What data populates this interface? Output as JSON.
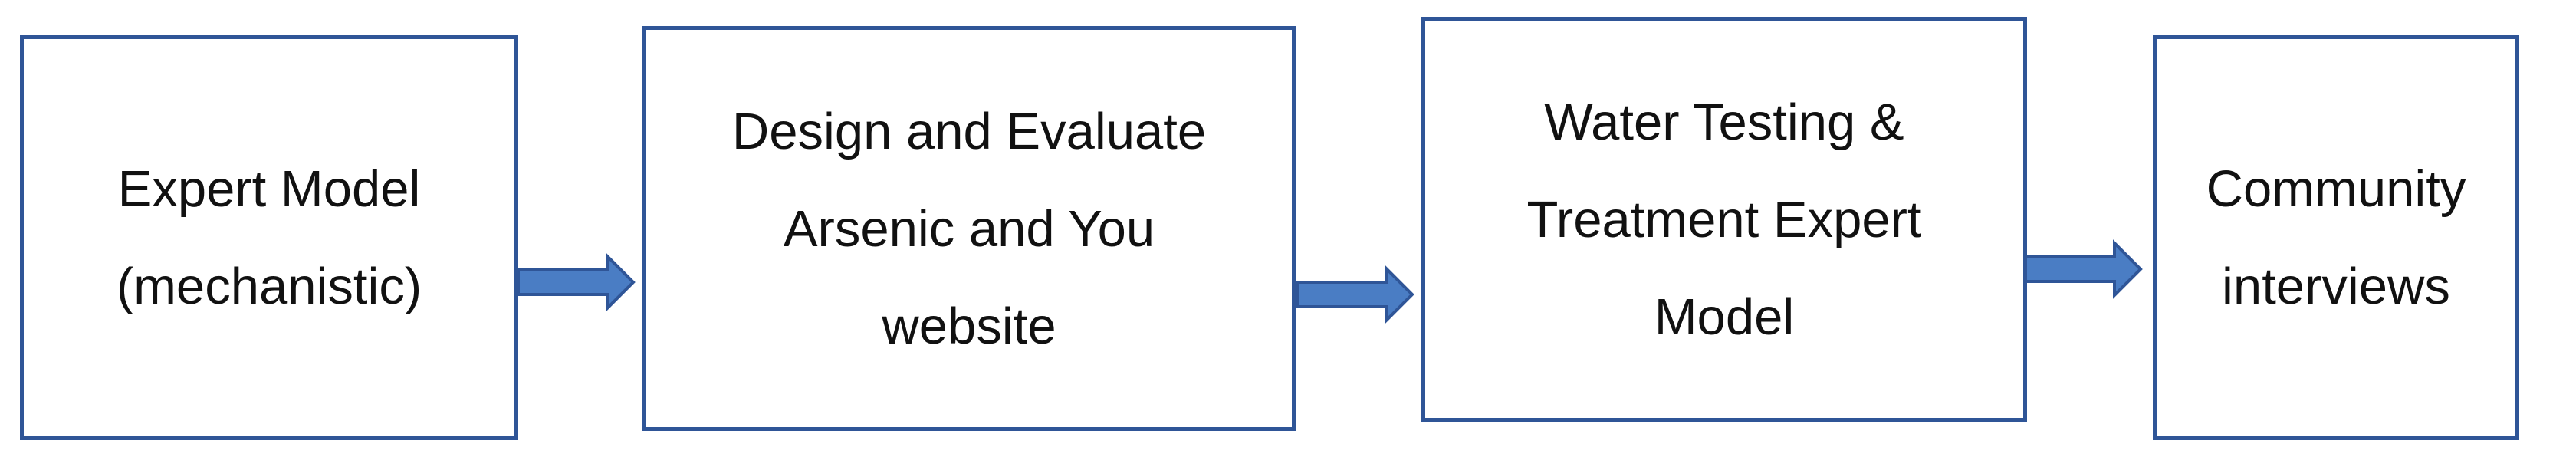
{
  "colors": {
    "box_border": "#2f5597",
    "arrow_fill": "#4a7dc4",
    "arrow_stroke": "#2f5597",
    "text": "#111111"
  },
  "steps": [
    {
      "label_lines": [
        "Expert Model",
        "(mechanistic)"
      ]
    },
    {
      "label_lines": [
        "Design and Evaluate",
        "Arsenic and You",
        "website"
      ]
    },
    {
      "label_lines": [
        "Water Testing &",
        "Treatment Expert",
        "Model"
      ]
    },
    {
      "label_lines": [
        "Community",
        "interviews"
      ]
    }
  ]
}
